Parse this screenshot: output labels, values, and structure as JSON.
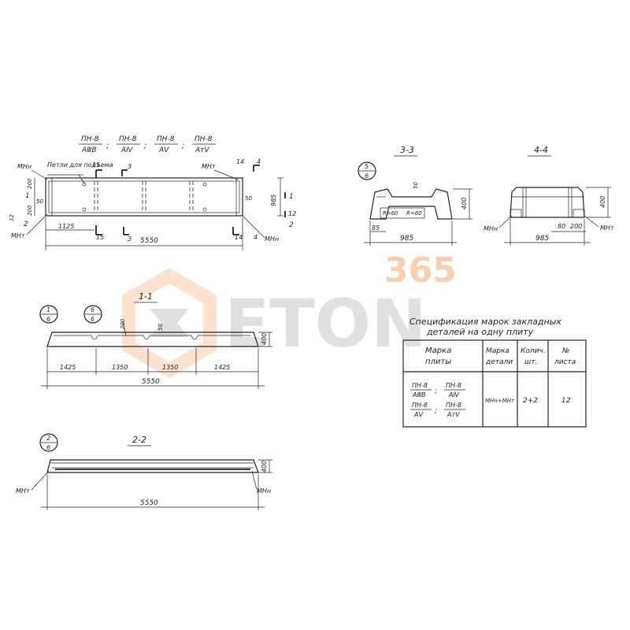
{
  "colors": {
    "ink": "#222222",
    "watermark_orange": "#f5a86e",
    "watermark_gray": "#c8c8c8"
  },
  "header": {
    "marks": [
      {
        "top": "ПН-8",
        "bottom": "АⅢВ"
      },
      {
        "top": "ПН-8",
        "bottom": "АⅣ"
      },
      {
        "top": "ПН-8",
        "bottom": "АⅤ"
      },
      {
        "top": "ПН-8",
        "bottom": "АтⅤ"
      }
    ],
    "separator": ";"
  },
  "plan": {
    "callout_loops": "Петли для подъема",
    "label_mn_n": "МНн",
    "label_mn_t": "МНт",
    "section_1": "1",
    "section_2": "2",
    "section_3": "3",
    "section_4": "4",
    "dim_200": "200",
    "dim_50": "50",
    "dim_12": "12",
    "dim_15": "15",
    "dim_14": "14",
    "dim_985": "985",
    "dim_1125": "1125",
    "dim_5550": "5550"
  },
  "section_3_3": {
    "title": "3-3",
    "ref_top": "5",
    "ref_bottom": "6",
    "label_r_left": "R=60",
    "label_r_right": "R=60",
    "dim_85": "85",
    "dim_985": "985",
    "dim_400": "400",
    "dim_50": "50"
  },
  "section_4_4": {
    "title": "4-4",
    "label_mn_n": "МНн",
    "label_mn_t": "МНт",
    "dim_985": "985",
    "dim_80": "80",
    "dim_200": "200",
    "dim_400": "400"
  },
  "section_1_1": {
    "title": "1-1",
    "ref1_top": "1",
    "ref1_bottom": "6",
    "ref2_top": "6",
    "ref2_bottom": "6",
    "dim_200": "200",
    "dim_50": "50",
    "dim_400": "400",
    "dim_1425_left": "1425",
    "dim_1350_a": "1350",
    "dim_1350_b": "1350",
    "dim_1425_right": "1425",
    "dim_5550": "5550"
  },
  "section_2_2": {
    "title": "2-2",
    "ref_top": "2",
    "ref_bottom": "6",
    "label_mn_t": "МНт",
    "label_mn_n": "МНн",
    "dim_400": "400",
    "dim_5550": "5550"
  },
  "spec": {
    "title_line1": "Спецификация марок закладных",
    "title_line2": "деталей на одну плиту",
    "headers": [
      {
        "line1": "Марка",
        "line2": "плиты"
      },
      {
        "line1": "Марка",
        "line2": "детали"
      },
      {
        "line1": "Колич.",
        "line2": "шт."
      },
      {
        "line1": "№",
        "line2": "листа"
      }
    ],
    "row_marks": [
      {
        "top": "ПН-8",
        "bottom": "АⅢВ"
      },
      {
        "top": "ПН-8",
        "bottom": "АⅣ"
      },
      {
        "top": "ПН-8",
        "bottom": "АⅤ"
      },
      {
        "top": "ПН-8",
        "bottom": "АтⅤ"
      }
    ],
    "part": "МНн+МНт",
    "qty": "2+2",
    "sheet": "12"
  },
  "watermark": {
    "number": "365",
    "word": "ETON"
  }
}
